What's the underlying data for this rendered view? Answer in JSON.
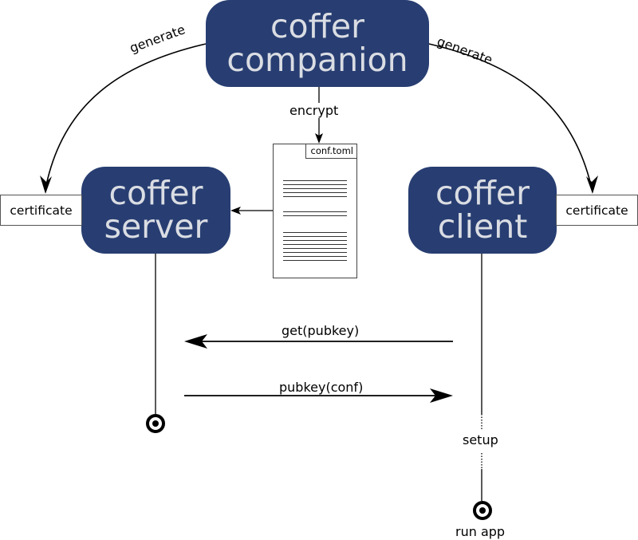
{
  "nodes": {
    "companion": {
      "line1": "coffer",
      "line2": "companion"
    },
    "server": {
      "line1": "coffer",
      "line2": "server"
    },
    "client": {
      "line1": "coffer",
      "line2": "client"
    }
  },
  "certificates": {
    "left": "certificate",
    "right": "certificate"
  },
  "document": {
    "name": "conf.toml"
  },
  "edges": {
    "generate_left": "generate",
    "generate_right": "generate",
    "encrypt": "encrypt",
    "get_pubkey": "get(pubkey)",
    "pubkey_conf": "pubkey(conf)"
  },
  "client_lifeline": {
    "setup": "setup",
    "run_app": "run app"
  },
  "colors": {
    "node_fill": "#283e72",
    "node_text": "#dadde3",
    "line": "#000000"
  }
}
